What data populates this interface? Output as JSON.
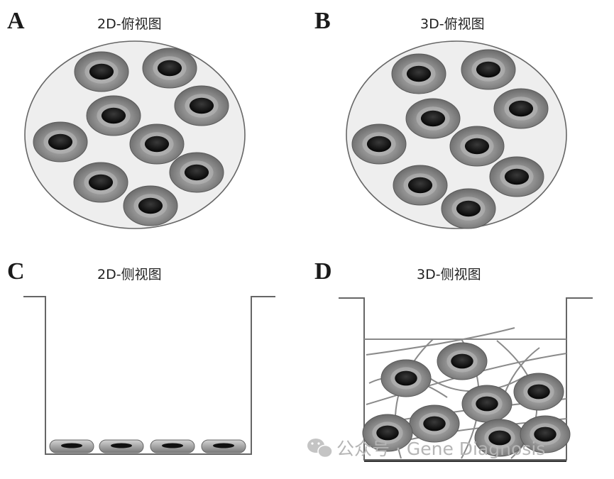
{
  "panels": {
    "a": {
      "letter": "A",
      "title": "2D-俯视图"
    },
    "b": {
      "letter": "B",
      "title": "3D-俯视图"
    },
    "c": {
      "letter": "C",
      "title": "2D-侧视图"
    },
    "d": {
      "letter": "D",
      "title": "3D-侧视图"
    }
  },
  "watermark": {
    "text": "公众号 · Gene Diagnosis",
    "icon": "wechat-icon"
  },
  "colors": {
    "line": "#555555",
    "dish_fill": "#eeeeee",
    "nucleus": "#111111"
  }
}
